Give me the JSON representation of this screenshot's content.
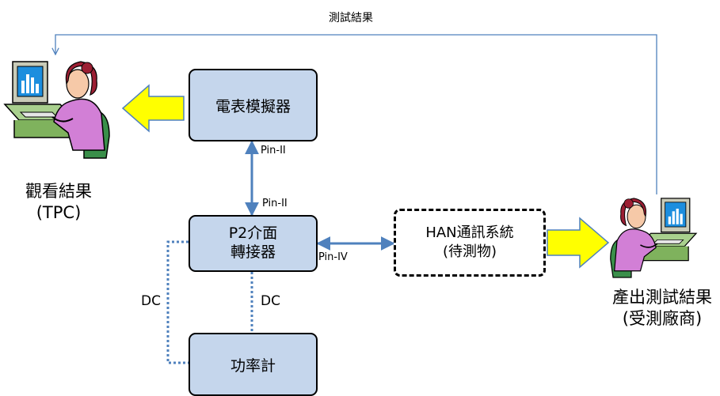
{
  "top_arrow_label": "測試結果",
  "boxes": {
    "meter_simulator": "電表模擬器",
    "p2_line1": "P2介面",
    "p2_line2": "轉接器",
    "power_meter": "功率計",
    "han_line1": "HAN通訊系統",
    "han_line2": "(待測物)"
  },
  "pins": {
    "upper": "Pin-II",
    "lower": "Pin-II",
    "right": "Pin-IV"
  },
  "dc": {
    "left": "DC",
    "right": "DC"
  },
  "actors": {
    "tpc_line1": "觀看結果",
    "tpc_line2": "(TPC)",
    "vendor_line1": "產出測試結果",
    "vendor_line2": "(受測廠商)"
  },
  "colors": {
    "box_fill": "#c5d6ec",
    "connector": "#4f81bd",
    "arrow_fill": "#ffff00"
  },
  "icons": [
    "person-at-computer-icon",
    "person-at-computer-icon"
  ]
}
